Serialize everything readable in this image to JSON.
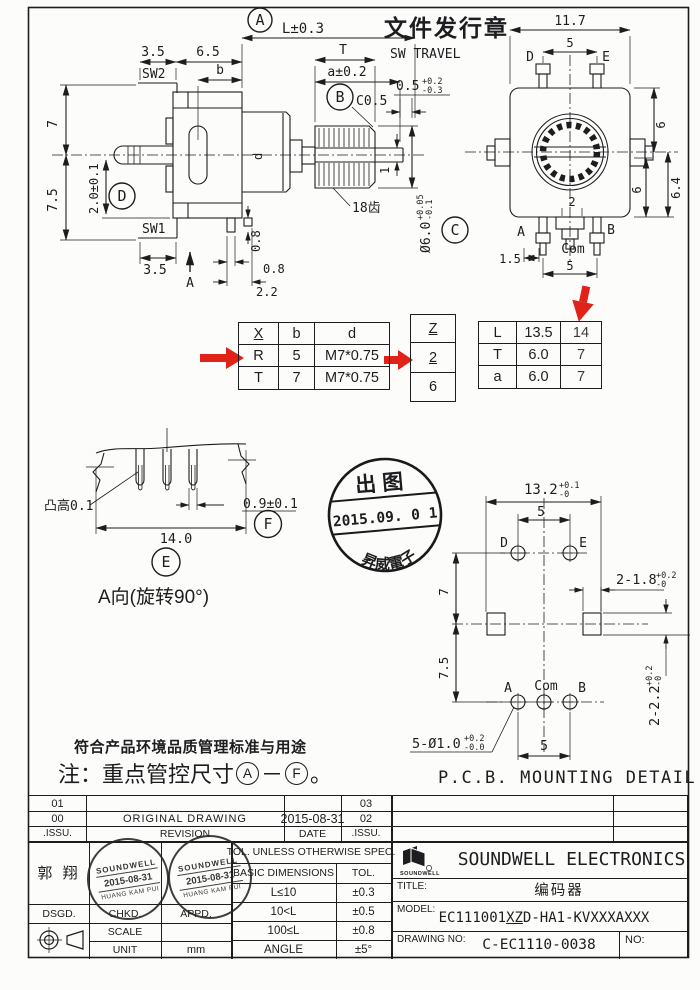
{
  "sheet": {
    "release_stamp_title": "文件发行章"
  },
  "side_view": {
    "balloon_a": "A",
    "balloon_b": "B",
    "balloon_c": "C",
    "balloon_d": "D",
    "dim_L": "L±0.3",
    "dim_T": "T",
    "dim_b": "b",
    "dim_a": "a±0.2",
    "sw_travel_label": "SW TRAVEL",
    "sw_travel_val": "0.5",
    "sw_travel_tol_up": "+0.2",
    "sw_travel_tol_dn": "-0.3",
    "chamfer": "C0.5",
    "dim_3_5_top": "3.5",
    "dim_6_5": "6.5",
    "label_sw2": "SW2",
    "dim_7": "7",
    "dim_7_5": "7.5",
    "dim_2_0": "2.0±0.1",
    "label_sw1": "SW1",
    "dim_3_5_bottom": "3.5",
    "section_arrow": "A",
    "teeth_label": "18齿",
    "shaft_dia": "Ø6.0",
    "shaft_dia_tol_up": "+0.05",
    "shaft_dia_tol_dn": "-0.1",
    "dim_0_8_v": "0.8",
    "dim_0_8_h": "0.8",
    "dim_2_2": "2.2",
    "dim_1": "1",
    "dim_d": "d"
  },
  "front_view": {
    "dim_11_7": "11.7",
    "dim_5_top": "5",
    "pin_d": "D",
    "pin_e": "E",
    "dim_6_top": "6",
    "dim_6_mid": "6",
    "dim_6_4": "6.4",
    "dim_2": "2",
    "pin_a": "A",
    "pin_com": "Com",
    "pin_b": "B",
    "dim_1_5": "1.5",
    "dim_5_bottom": "5"
  },
  "spec_tables": {
    "xbd": {
      "headers": [
        "X",
        "b",
        "d"
      ],
      "rows": [
        [
          "R",
          "5",
          "M7*0.75"
        ],
        [
          "T",
          "7",
          "M7*0.75"
        ]
      ]
    },
    "z": {
      "header": "Z",
      "rows": [
        "2",
        "6"
      ]
    },
    "lta": {
      "rows": [
        [
          "L",
          "13.5",
          "14"
        ],
        [
          "T",
          "6.0",
          "7"
        ],
        [
          "a",
          "6.0",
          "7"
        ]
      ]
    }
  },
  "a_view": {
    "bump_label": "凸高0.1",
    "dim_0_9": "0.9±0.1",
    "balloon_f": "F",
    "dim_14_0": "14.0",
    "balloon_e": "E",
    "caption": "A向(旋转90°)"
  },
  "issue_stamp": {
    "line1": "出图",
    "date": "2015.09. 0 1",
    "company": "昇威電子"
  },
  "pcb_view": {
    "dim_13_2": "13.2",
    "dim_13_2_up": "+0.1",
    "dim_13_2_dn": "-0",
    "dim_5_top": "5",
    "hole_d": "D",
    "hole_e": "E",
    "dim_7": "7",
    "dim_7_5": "7.5",
    "dim_sq_w": "2-1.8",
    "dim_sq_w_up": "+0.2",
    "dim_sq_w_dn": "-0",
    "dim_sq_h": "2-2.2",
    "dim_sq_h_up": "+0.2",
    "dim_sq_h_dn": "-0",
    "hole_a": "A",
    "hole_com": "Com",
    "hole_b": "B",
    "dim_holes": "5-Ø1.0",
    "dim_holes_up": "+0.2",
    "dim_holes_dn": "-0.0",
    "dim_5_bottom": "5",
    "caption": "P.C.B. MOUNTING DETAIL"
  },
  "notes": {
    "line1": "符合产品环境品质管理标准与用途",
    "line2_prefix": "注：重点管控尺寸",
    "circled_a": "A",
    "dash": "－",
    "circled_f": "F",
    "period": "。"
  },
  "title_block": {
    "rev_rows": [
      [
        "01",
        "",
        "",
        "03",
        "",
        ""
      ],
      [
        "00",
        "ORIGINAL  DRAWING",
        "2015-08-31",
        "02",
        "",
        ""
      ],
      [
        ".ISSU.",
        "REVISION",
        "DATE",
        ".ISSU.",
        "",
        ""
      ]
    ],
    "designer_name": "郭 翔",
    "dsgd": "DSGD.",
    "chkd": "CHKD.",
    "appd": "APPD.",
    "scale_label": "SCALE",
    "unit_label": "UNIT",
    "unit_value": "mm",
    "tol_header": "TOL. UNLESS OTHERWISE SPEC.",
    "basic_dimensions": "BASIC DIMENSIONS",
    "tol_label": "TOL.",
    "tol_rows": [
      [
        "L≤10",
        "±0.3"
      ],
      [
        "10<L",
        "±0.5"
      ],
      [
        "100≤L",
        "±0.8"
      ],
      [
        "ANGLE",
        "±5°"
      ]
    ],
    "company": "SOUNDWELL ELECTRONICS",
    "logo_text": "SOUNDWELL",
    "title_label": "TITLE:",
    "title_value": "编码器",
    "model_label": "MODEL:",
    "model_prefix": "EC111001",
    "model_underlined": "XZ",
    "model_suffix": "D-HA1-KVXXXAXXX",
    "drawing_no_label": "DRAWING NO:",
    "drawing_no_value": "C-EC1110-0038",
    "no_label": "NO:",
    "stamp1": {
      "top": "SOUNDWELL",
      "date": "2015-08-31",
      "name": "HUANG KAM PUI"
    },
    "stamp2": {
      "top": "SOUNDWELL",
      "date": "2015-08-31",
      "name": "HUANG KAM PUI"
    }
  },
  "colors": {
    "ink": "#1d1d1f",
    "red_arrow": "#e02218",
    "paper": "#fcfcfa"
  }
}
